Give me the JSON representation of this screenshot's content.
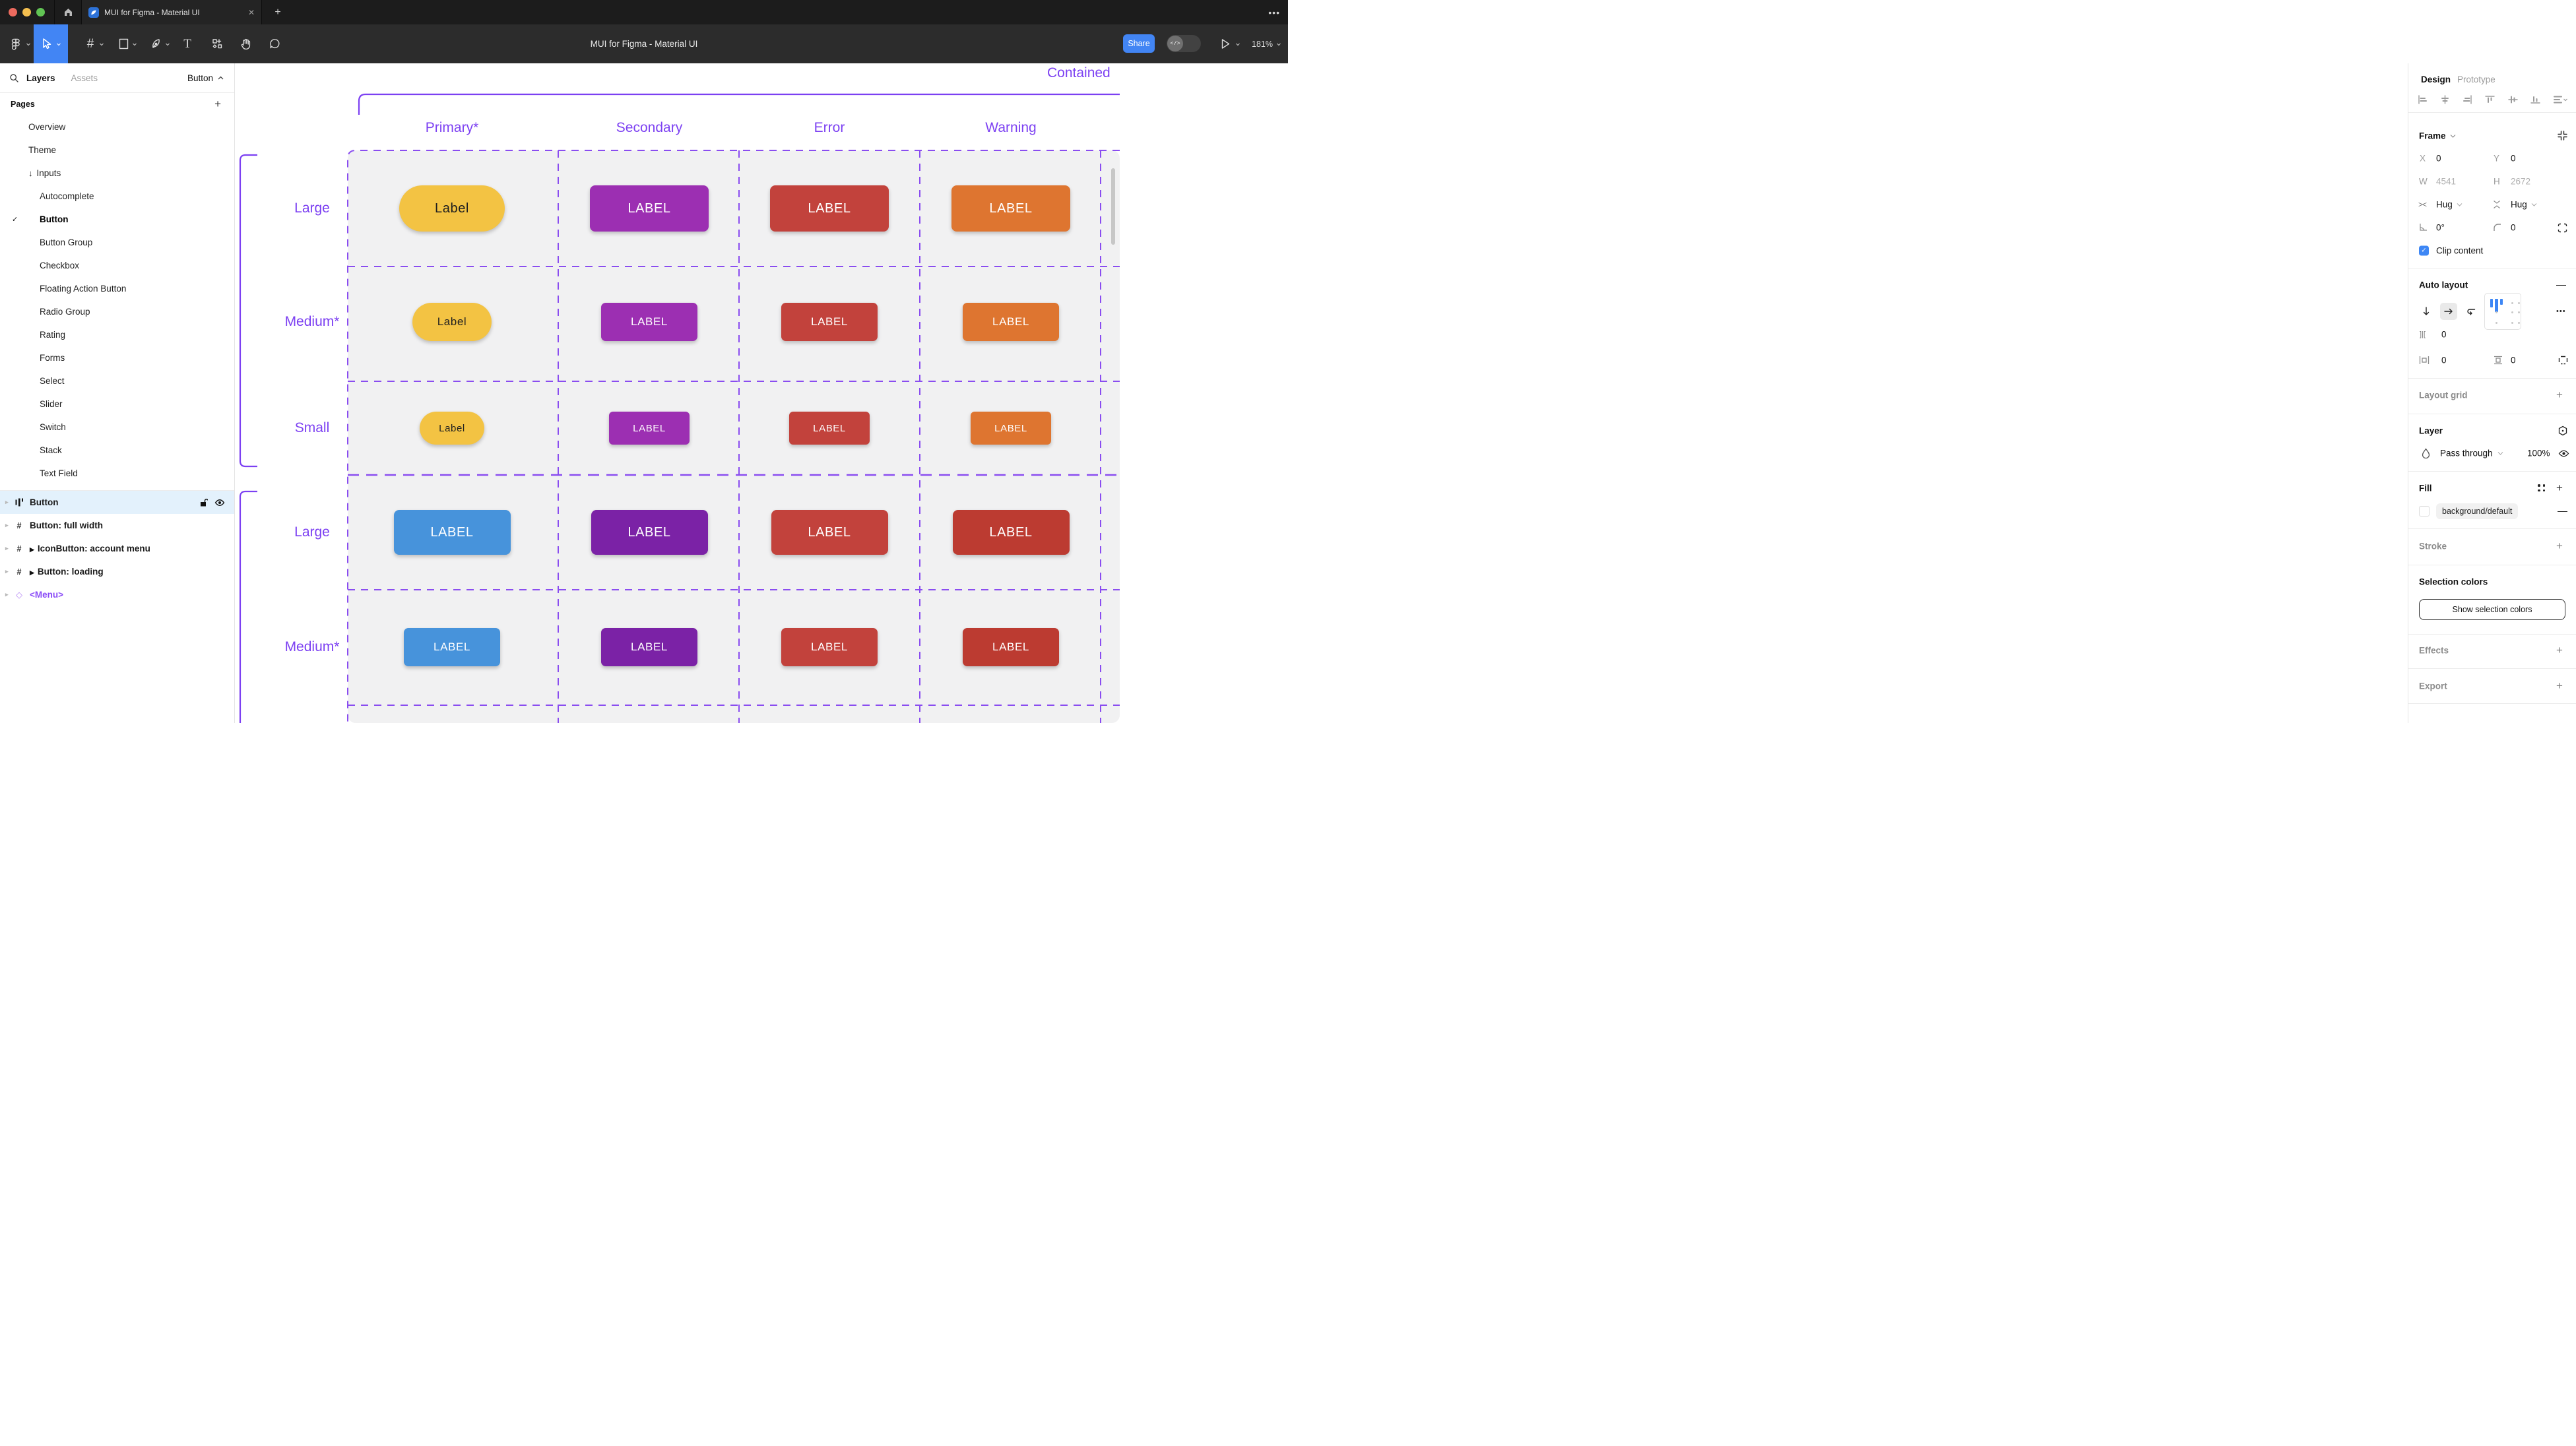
{
  "titlebar": {
    "tab_title": "MUI for Figma - Material UI",
    "close_label": "✕",
    "new_tab_label": "+",
    "more_label": "•••"
  },
  "toolbar": {
    "doc_title": "MUI for Figma - Material UI",
    "share_label": "Share",
    "dev_toggle_label": "</>",
    "zoom_level": "181%",
    "text_tool_label": "T",
    "frame_tool_label": "#"
  },
  "sidebar": {
    "tabs": {
      "layers": "Layers",
      "assets": "Assets"
    },
    "page_selector": "Button",
    "pages_header": "Pages",
    "add_page_label": "+",
    "check_glyph": "✓",
    "chevron_glyph": "▸",
    "play_glyph": "▶",
    "diamond_glyph": "◇",
    "inputs_arrow": "↓",
    "pages": [
      {
        "label": "Overview",
        "level": 1
      },
      {
        "label": "Theme",
        "level": 1
      },
      {
        "label": "Inputs",
        "level": 1,
        "prefix": "↓"
      },
      {
        "label": "Autocomplete",
        "level": 2
      },
      {
        "label": "Button",
        "level": 2,
        "checked": true,
        "active": true
      },
      {
        "label": "Button Group",
        "level": 2
      },
      {
        "label": "Checkbox",
        "level": 2
      },
      {
        "label": "Floating Action Button",
        "level": 2
      },
      {
        "label": "Radio Group",
        "level": 2
      },
      {
        "label": "Rating",
        "level": 2
      },
      {
        "label": "Forms",
        "level": 2
      },
      {
        "label": "Select",
        "level": 2
      },
      {
        "label": "Slider",
        "level": 2
      },
      {
        "label": "Switch",
        "level": 2
      },
      {
        "label": "Stack",
        "level": 2
      },
      {
        "label": "Text Field",
        "level": 2
      }
    ],
    "layers": [
      {
        "label": "Button",
        "icon": "autolayout",
        "selected": true
      },
      {
        "label": "Button: full width",
        "icon": "frame"
      },
      {
        "label": "IconButton: account menu",
        "icon": "frame",
        "play": true
      },
      {
        "label": "Button: loading",
        "icon": "frame",
        "play": true
      },
      {
        "label": "<Menu>",
        "icon": "component",
        "component": true
      }
    ]
  },
  "canvas": {
    "frame_label": "Contained",
    "annotation_color": "#7c40f2",
    "grid_color": "#8a4df0",
    "cell_fill": "#f1f1f2",
    "columns": [
      "Primary*",
      "Secondary",
      "Error",
      "Warning"
    ],
    "rows": [
      {
        "label": "Large"
      },
      {
        "label": "Medium*"
      },
      {
        "label": "Small"
      },
      {
        "label": "Large"
      },
      {
        "label": "Medium*"
      }
    ],
    "matrix": [
      [
        {
          "text": "Label",
          "bg": "#f3c343",
          "fg": "#1f1f1f",
          "pill": true
        },
        {
          "text": "LABEL",
          "bg": "#9c2fb2",
          "fg": "#ffffff"
        },
        {
          "text": "LABEL",
          "bg": "#c2423c",
          "fg": "#ffffff"
        },
        {
          "text": "LABEL",
          "bg": "#de7530",
          "fg": "#ffffff"
        }
      ],
      [
        {
          "text": "Label",
          "bg": "#f3c343",
          "fg": "#1f1f1f",
          "pill": true
        },
        {
          "text": "LABEL",
          "bg": "#9c2fb2",
          "fg": "#ffffff"
        },
        {
          "text": "LABEL",
          "bg": "#c2423c",
          "fg": "#ffffff"
        },
        {
          "text": "LABEL",
          "bg": "#de7530",
          "fg": "#ffffff"
        }
      ],
      [
        {
          "text": "Label",
          "bg": "#f3c343",
          "fg": "#1f1f1f",
          "pill": true
        },
        {
          "text": "LABEL",
          "bg": "#9c2fb2",
          "fg": "#ffffff"
        },
        {
          "text": "LABEL",
          "bg": "#c2423c",
          "fg": "#ffffff"
        },
        {
          "text": "LABEL",
          "bg": "#de7530",
          "fg": "#ffffff"
        }
      ],
      [
        {
          "text": "LABEL",
          "bg": "#4793db",
          "fg": "#ffffff"
        },
        {
          "text": "LABEL",
          "bg": "#7b22a6",
          "fg": "#ffffff"
        },
        {
          "text": "LABEL",
          "bg": "#c2423c",
          "fg": "#ffffff"
        },
        {
          "text": "LABEL",
          "bg": "#bc3b31",
          "fg": "#ffffff"
        }
      ],
      [
        {
          "text": "LABEL",
          "bg": "#4793db",
          "fg": "#ffffff"
        },
        {
          "text": "LABEL",
          "bg": "#7b22a6",
          "fg": "#ffffff"
        },
        {
          "text": "LABEL",
          "bg": "#c2423c",
          "fg": "#ffffff"
        },
        {
          "text": "LABEL",
          "bg": "#bc3b31",
          "fg": "#ffffff"
        }
      ]
    ]
  },
  "inspector": {
    "tabs": {
      "design": "Design",
      "prototype": "Prototype"
    },
    "frame": {
      "header": "Frame",
      "x_label": "X",
      "x_value": "0",
      "y_label": "Y",
      "y_value": "0",
      "w_label": "W",
      "w_value": "4541",
      "h_label": "H",
      "h_value": "2672",
      "h_sizing": "Hug",
      "v_sizing": "Hug",
      "rotation": "0°",
      "corner_radius": "0",
      "clip_label": "Clip content",
      "check_glyph": "✓"
    },
    "auto_layout": {
      "header": "Auto layout",
      "gap": "0",
      "padding_h": "0",
      "padding_v": "0",
      "remove_label": "—",
      "more_label": "•••",
      "gap_glyph": "]|["
    },
    "layout_grid": {
      "header": "Layout grid",
      "add_label": "+"
    },
    "layer": {
      "header": "Layer",
      "blend_mode": "Pass through",
      "opacity": "100%"
    },
    "fill": {
      "header": "Fill",
      "token": "background/default",
      "add_label": "+",
      "remove_label": "—"
    },
    "stroke": {
      "header": "Stroke",
      "add_label": "+"
    },
    "selection_colors": {
      "header": "Selection colors",
      "button_label": "Show selection colors"
    },
    "effects": {
      "header": "Effects",
      "add_label": "+"
    },
    "export": {
      "header": "Export",
      "add_label": "+"
    }
  }
}
